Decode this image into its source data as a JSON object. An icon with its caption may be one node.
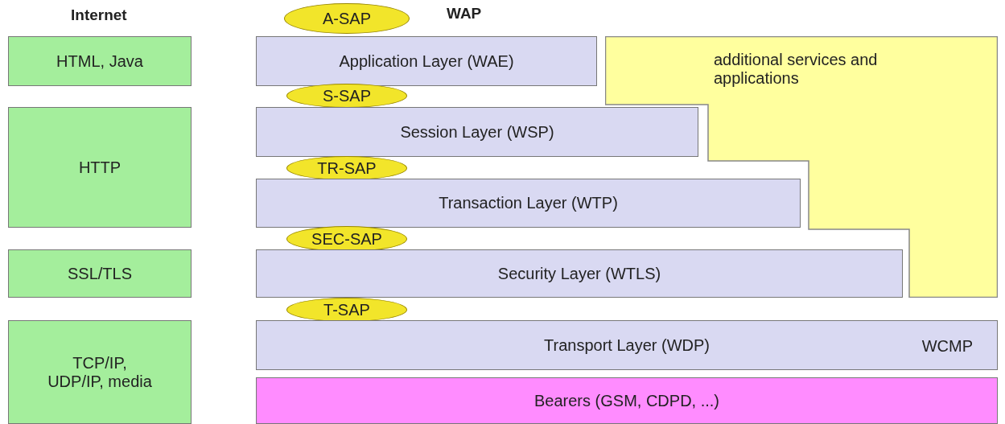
{
  "diagram": {
    "nodes": [
      {
        "text": [
          "HTML, Java"
        ]
      },
      {
        "text": [
          "HTTP"
        ]
      },
      {
        "text": [
          "SSL/TLS"
        ]
      },
      {
        "text": [
          "TCP/IP, UDP/IP, media"
        ]
      },
      {
        "text": [
          "A-SAP"
        ]
      },
      {
        "text": [
          "Application Layer (WAE)"
        ]
      },
      {
        "text": [
          "additional services and applications"
        ]
      },
      {
        "text": [
          "S-SAP"
        ]
      },
      {
        "text": [
          "Session Layer (WSP)"
        ]
      },
      {
        "text": [
          "TR-SAP"
        ]
      },
      {
        "text": [
          "Transaction Layer (WTP)"
        ]
      },
      {
        "text": [
          "SEC-SAP"
        ]
      },
      {
        "text": [
          "Security Layer (WTLS)"
        ]
      },
      {
        "text": [
          "T-SAP"
        ]
      },
      {
        "text": [
          "Transport Layer (WDP)",
          "WCMP"
        ]
      },
      {
        "text": [
          "Bearers  (GSM, CDPD, ...)"
        ]
      }
    ],
    "labels": [
      "Internet",
      "WAP"
    ]
  }
}
